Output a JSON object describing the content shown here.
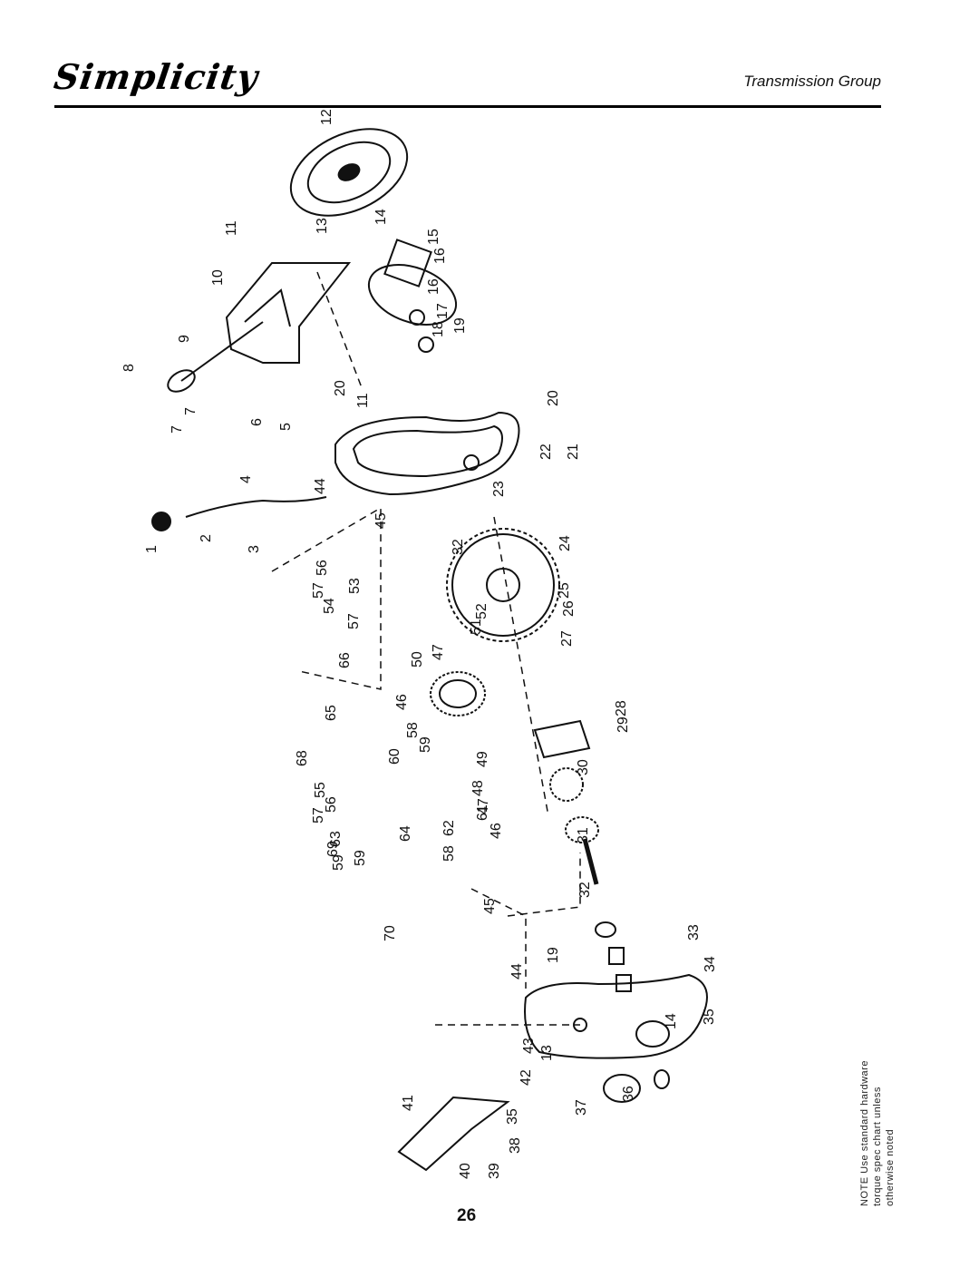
{
  "header": {
    "brand": "Simplicity",
    "section_title": "Transmission Group"
  },
  "note": {
    "line1": "NOTE  Use standard hardware",
    "line2": "torque spec chart unless",
    "line3": "otherwise noted"
  },
  "page_number": "26",
  "callouts": [
    "1",
    "2",
    "3",
    "4",
    "5",
    "6",
    "7",
    "7",
    "8",
    "9",
    "10",
    "11",
    "11",
    "12",
    "13",
    "13",
    "14",
    "14",
    "15",
    "16",
    "16",
    "17",
    "18",
    "19",
    "19",
    "20",
    "20",
    "21",
    "22",
    "23",
    "24",
    "25",
    "26",
    "27",
    "28",
    "29",
    "30",
    "31",
    "32",
    "32",
    "33",
    "34",
    "35",
    "35",
    "36",
    "37",
    "38",
    "39",
    "40",
    "41",
    "42",
    "43",
    "44",
    "44",
    "45",
    "45",
    "46",
    "46",
    "47",
    "47",
    "48",
    "49",
    "50",
    "51",
    "52",
    "53",
    "54",
    "55",
    "56",
    "56",
    "57",
    "57",
    "57",
    "58",
    "58",
    "59",
    "59",
    "59",
    "60",
    "61",
    "62",
    "63",
    "64",
    "65",
    "66",
    "68",
    "69",
    "70"
  ],
  "colors": {
    "ink": "#111111",
    "paper": "#ffffff"
  }
}
